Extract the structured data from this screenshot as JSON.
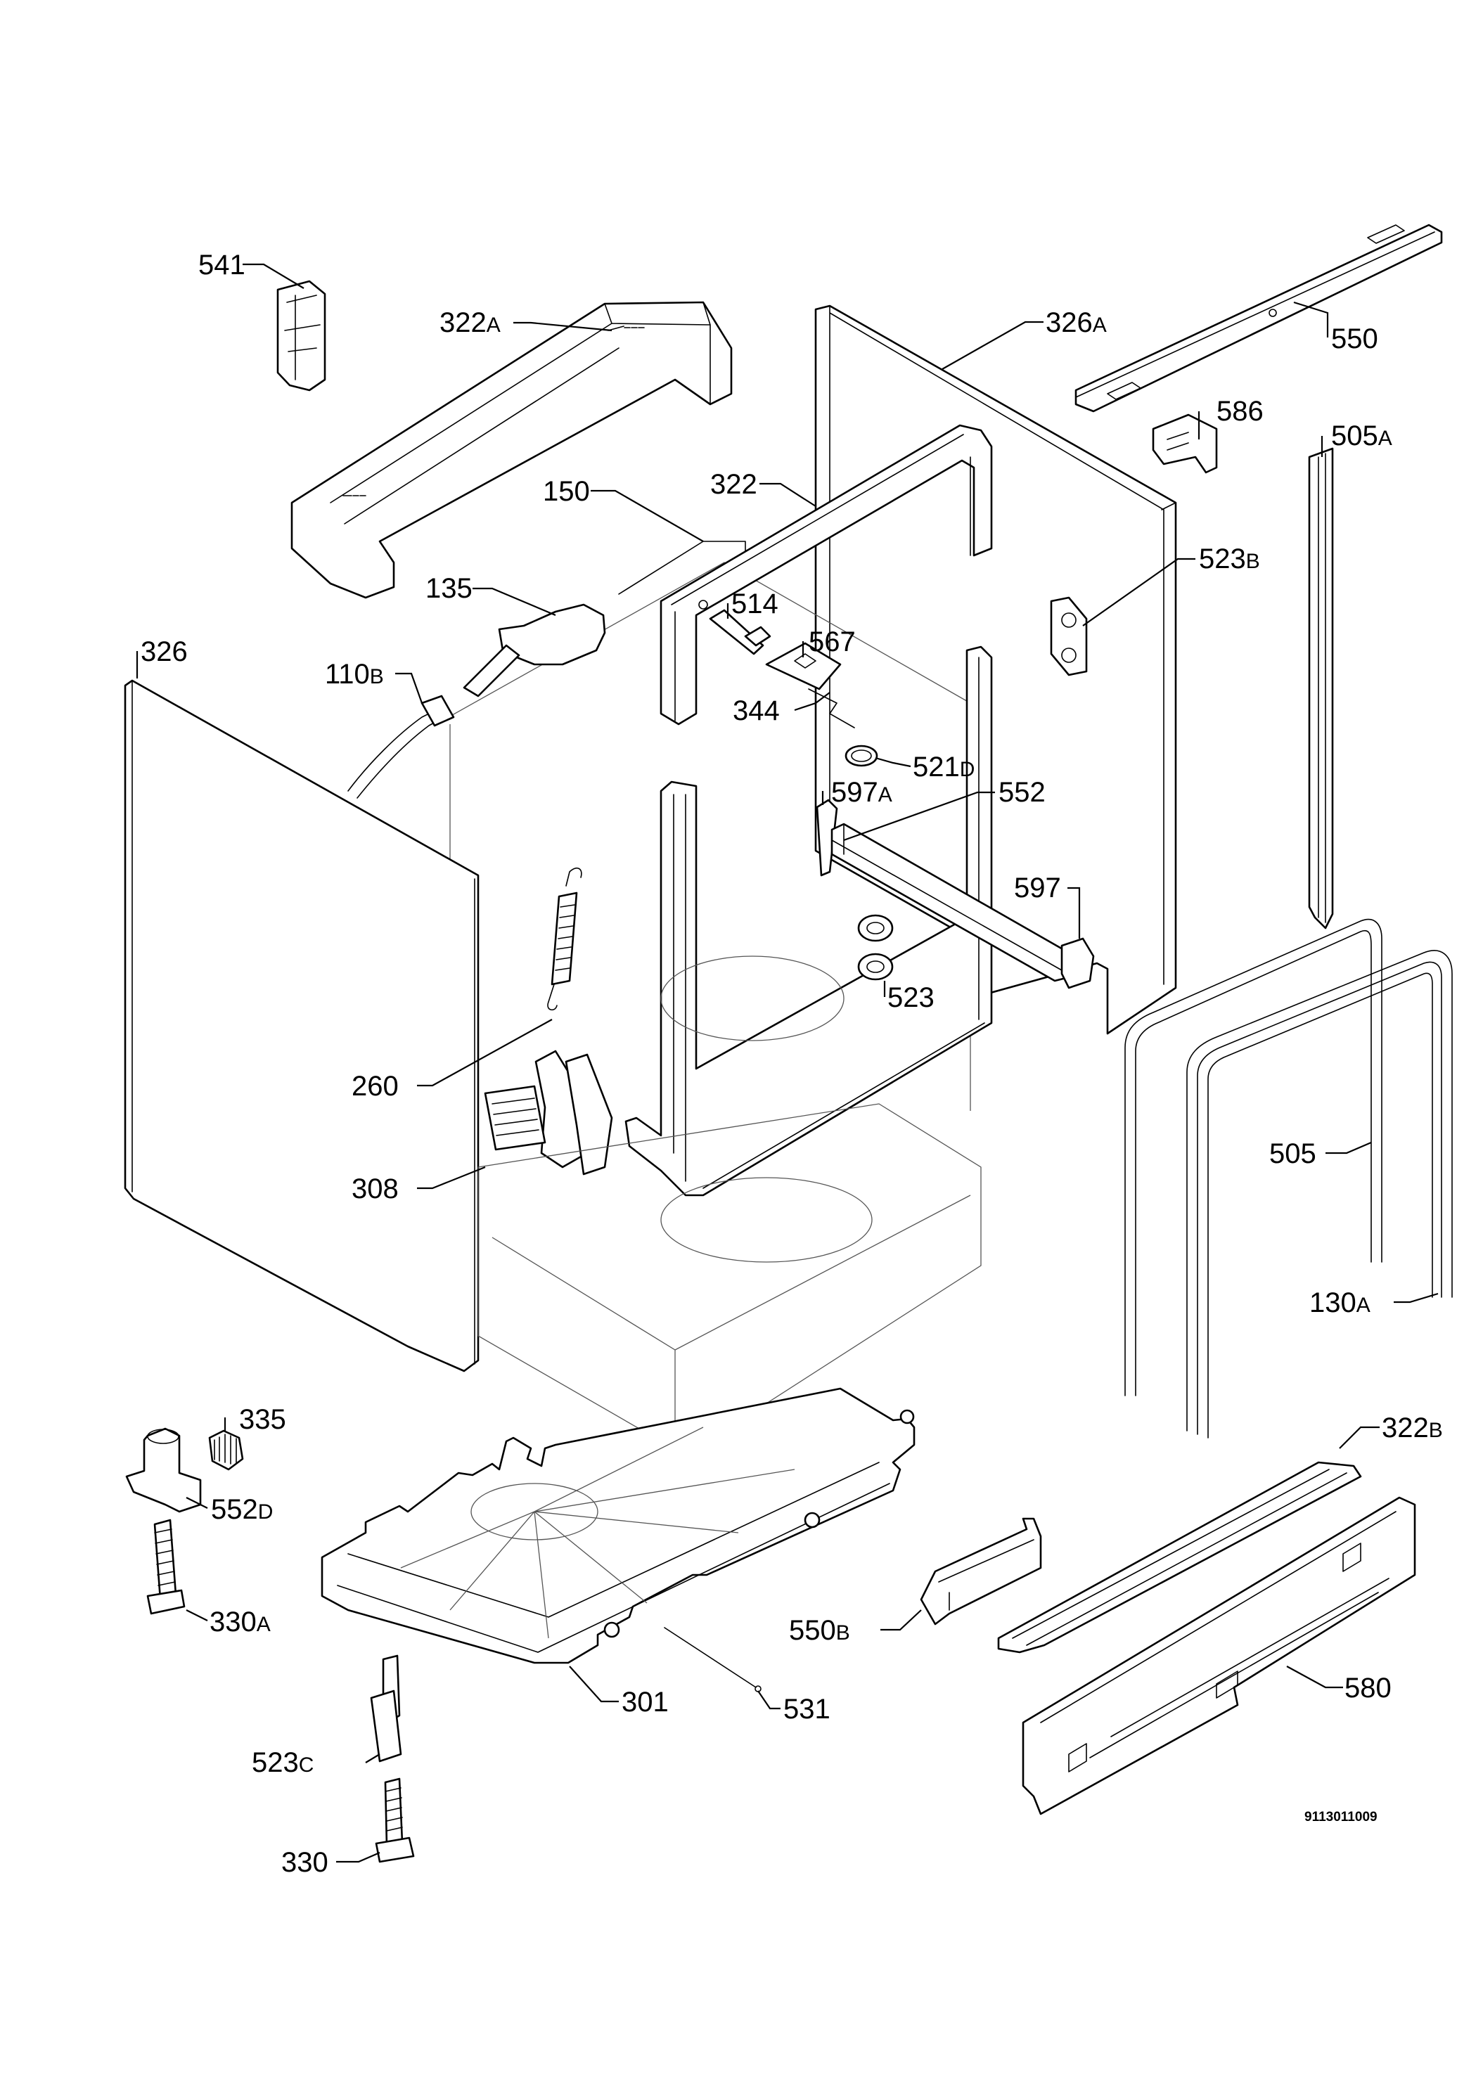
{
  "labels": [
    {
      "main": "541",
      "suffix": ""
    },
    {
      "main": "322",
      "suffix": "A"
    },
    {
      "main": "326",
      "suffix": "A"
    },
    {
      "main": "550",
      "suffix": ""
    },
    {
      "main": "586",
      "suffix": ""
    },
    {
      "main": "505",
      "suffix": "A"
    },
    {
      "main": "150",
      "suffix": ""
    },
    {
      "main": "322",
      "suffix": ""
    },
    {
      "main": "523",
      "suffix": "B"
    },
    {
      "main": "135",
      "suffix": ""
    },
    {
      "main": "514",
      "suffix": ""
    },
    {
      "main": "567",
      "suffix": ""
    },
    {
      "main": "326",
      "suffix": ""
    },
    {
      "main": "110",
      "suffix": "B"
    },
    {
      "main": "344",
      "suffix": ""
    },
    {
      "main": "521",
      "suffix": "D"
    },
    {
      "main": "597",
      "suffix": "A"
    },
    {
      "main": "552",
      "suffix": ""
    },
    {
      "main": "597",
      "suffix": ""
    },
    {
      "main": "523",
      "suffix": ""
    },
    {
      "main": "260",
      "suffix": ""
    },
    {
      "main": "505",
      "suffix": ""
    },
    {
      "main": "308",
      "suffix": ""
    },
    {
      "main": "130",
      "suffix": "A"
    },
    {
      "main": "335",
      "suffix": ""
    },
    {
      "main": "322",
      "suffix": "B"
    },
    {
      "main": "552",
      "suffix": "D"
    },
    {
      "main": "330",
      "suffix": "A"
    },
    {
      "main": "550",
      "suffix": "B"
    },
    {
      "main": "580",
      "suffix": ""
    },
    {
      "main": "301",
      "suffix": ""
    },
    {
      "main": "531",
      "suffix": ""
    },
    {
      "main": "523",
      "suffix": "C"
    },
    {
      "main": "330",
      "suffix": ""
    }
  ],
  "drawing_code": "9113011009"
}
